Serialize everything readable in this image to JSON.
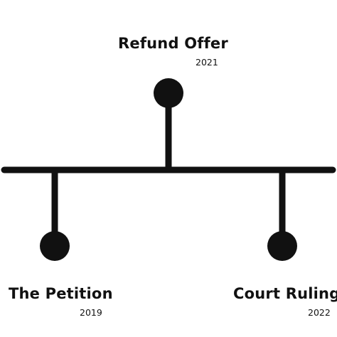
{
  "colors": {
    "background": "#ffffff",
    "ink": "#111111"
  },
  "timeline": {
    "events": [
      {
        "title": "Refund Offer",
        "year": "2021",
        "side": "above"
      },
      {
        "title": "The Petition",
        "year": "2019",
        "side": "below"
      },
      {
        "title": "Court Ruling",
        "year": "2022",
        "side": "below"
      }
    ]
  }
}
